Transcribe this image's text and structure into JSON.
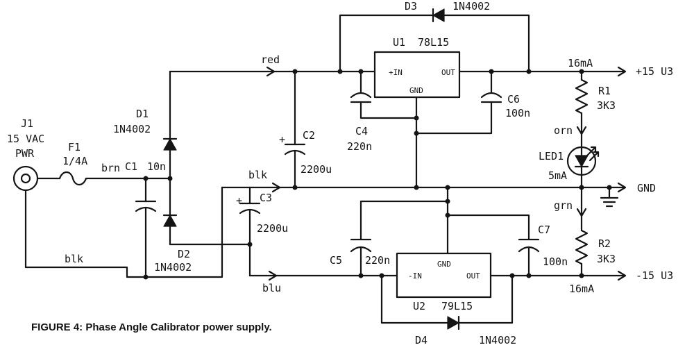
{
  "caption": "FIGURE 4: Phase Angle Calibrator power supply.",
  "components": {
    "j1": {
      "ref": "J1",
      "value": "15 VAC",
      "label": "PWR"
    },
    "f1": {
      "ref": "F1",
      "value": "1/4A"
    },
    "c1": {
      "ref": "C1",
      "value": "10n"
    },
    "d1": {
      "ref": "D1",
      "value": "1N4002"
    },
    "d2": {
      "ref": "D2",
      "value": "1N4002"
    },
    "c2": {
      "ref": "C2",
      "value": "2200u",
      "polarity": "+"
    },
    "c3": {
      "ref": "C3",
      "value": "2200u",
      "polarity": "+"
    },
    "u1": {
      "ref": "U1",
      "value": "78L15",
      "pins": {
        "in": "+IN",
        "out": "OUT",
        "gnd": "GND"
      }
    },
    "c4": {
      "ref": "C4",
      "value": "220n"
    },
    "c6": {
      "ref": "C6",
      "value": "100n"
    },
    "d3": {
      "ref": "D3",
      "value": "1N4002"
    },
    "r1": {
      "ref": "R1",
      "value": "3K3"
    },
    "led1": {
      "ref": "LED1",
      "value": "5mA"
    },
    "r2": {
      "ref": "R2",
      "value": "3K3"
    },
    "u2": {
      "ref": "U2",
      "value": "79L15",
      "pins": {
        "in": "-IN",
        "out": "OUT",
        "gnd": "GND"
      }
    },
    "c5": {
      "ref": "C5",
      "value": "220n"
    },
    "c7": {
      "ref": "C7",
      "value": "100n"
    },
    "d4": {
      "ref": "D4",
      "value": "1N4002"
    }
  },
  "wire_labels": {
    "fuse_to_bridge": "brn",
    "jack_return": "blk",
    "positive_rail": "red",
    "common_rail": "blk",
    "negative_rail": "blu",
    "r1_to_led": "orn",
    "led_to_r2": "grn"
  },
  "outputs": {
    "positive": {
      "label": "+15 U3",
      "current": "16mA"
    },
    "ground": {
      "label": "GND"
    },
    "negative": {
      "label": "-15 U3",
      "current": "16mA"
    }
  },
  "colors": {
    "ink": "#141414",
    "paper": "#ffffff"
  }
}
